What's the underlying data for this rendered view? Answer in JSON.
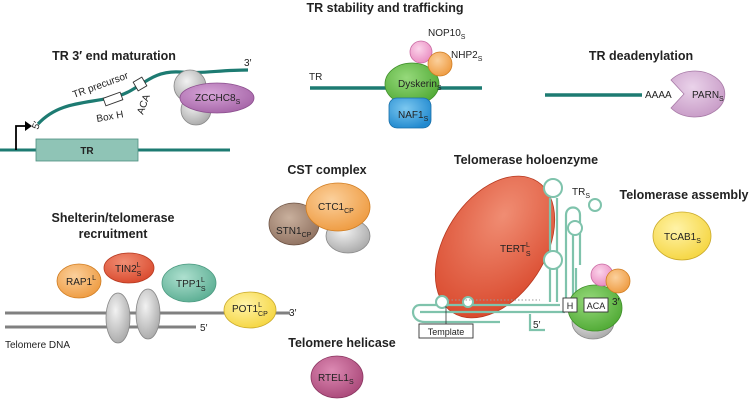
{
  "panels": {
    "tr_stability": {
      "title": "TR stability and trafficking",
      "tr": "TR",
      "dyskerin": "Dyskerin",
      "dyskerin_sub": "S",
      "naf1": "NAF1",
      "naf1_sub": "S",
      "nop10": "NOP10",
      "nop10_sub": "S",
      "nhp2": "NHP2",
      "nhp2_sub": "S"
    },
    "tr_end": {
      "title": "TR 3′ end maturation",
      "precursor": "TR precursor",
      "five": "5′",
      "three": "3′",
      "boxh": "Box H",
      "aca": "ACA",
      "zcchc8": "ZCCHC8",
      "zcchc8_sub": "S",
      "tr_gene": "TR"
    },
    "tr_dead": {
      "title": "TR deadenylation",
      "aaaa": "AAAA",
      "parn": "PARN",
      "parn_sub": "S"
    },
    "cst": {
      "title": "CST complex",
      "ctc1": "CTC1",
      "ctc1_sub": "CP",
      "stn1": "STN1",
      "stn1_sub": "CP"
    },
    "holo": {
      "title": "Telomerase holoenzyme",
      "tert": "TERT",
      "tert_sup": "L",
      "tert_sub": "S",
      "tr": "TR",
      "tr_sub": "S",
      "h": "H",
      "aca": "ACA",
      "three": "3′",
      "five": "5′",
      "template": "Template"
    },
    "assembly": {
      "title": "Telomerase assembly",
      "tcab1": "TCAB1",
      "tcab1_sub": "S"
    },
    "shelterin": {
      "title1": "Shelterin/telomerase",
      "title2": "recruitment",
      "rap1": "RAP1",
      "rap1_sup": "L",
      "tin2": "TIN2",
      "tin2_sup": "L",
      "tin2_sub": "S",
      "tpp1": "TPP1",
      "tpp1_sup": "L",
      "tpp1_sub": "S",
      "pot1": "POT1",
      "pot1_sup": "L",
      "pot1_sub": "CP",
      "three": "3′",
      "five": "5′",
      "dna": "Telomere DNA"
    },
    "helicase": {
      "title": "Telomere helicase",
      "rtel1": "RTEL1",
      "rtel1_sub": "S"
    }
  },
  "colors": {
    "teal": "#1d7b72",
    "gene_box": "#8fc4b6",
    "orange_red": "#e8654a",
    "purple": "#b877b8",
    "green": "#6cc14a",
    "blue": "#3aa3df",
    "pink": "#f0a6cf",
    "orange": "#f39a3b",
    "light_orange": "#f6b46a",
    "brown": "#a98b78",
    "yellow": "#fbe46b",
    "magenta": "#c35f91",
    "lilac": "#d8b3d6",
    "teal_light": "#7fc3ac",
    "gray": "#bdbdbd"
  }
}
